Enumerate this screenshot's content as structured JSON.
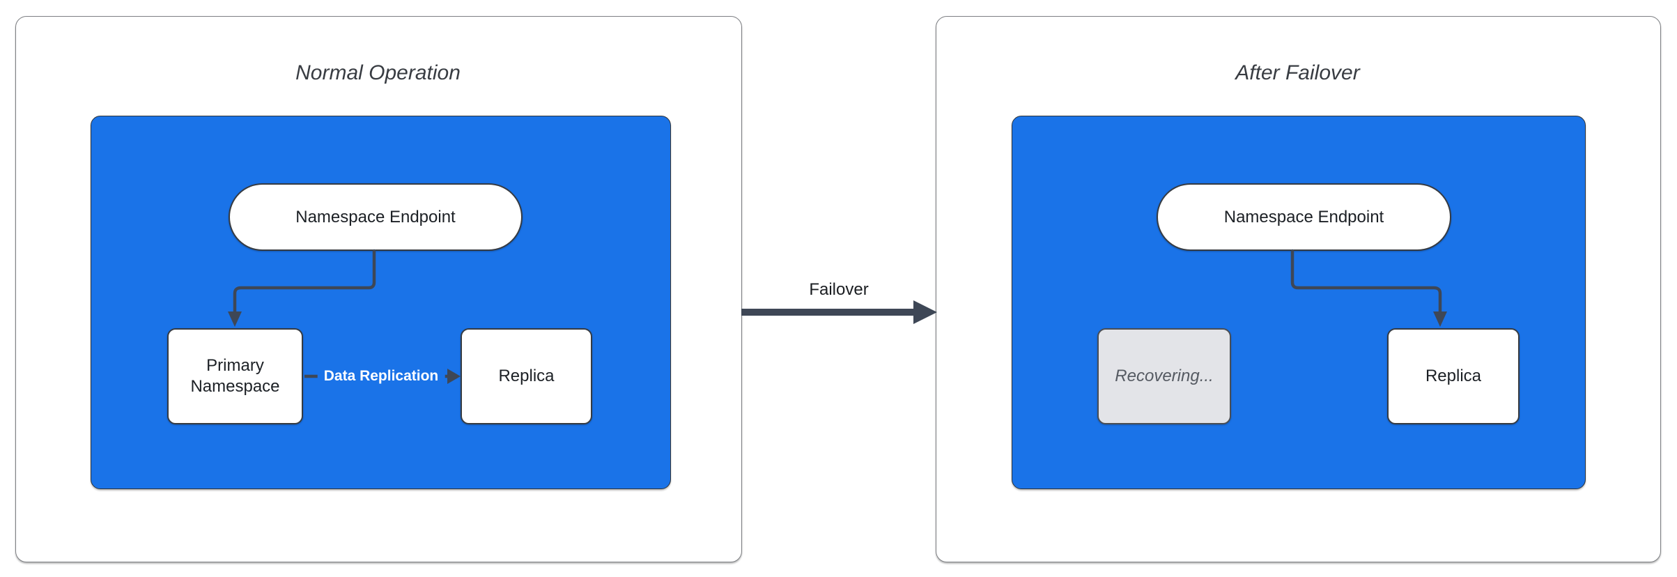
{
  "colors": {
    "cluster_blue": "#1A73E8",
    "connector": "#3E4756",
    "node_fill": "#FFFFFF",
    "node_border": "#363B42",
    "recovering_fill": "#E3E4E8",
    "recovering_text": "#555A62",
    "edge_label_text": "#FFFFFF"
  },
  "left_panel": {
    "title": "Normal Operation",
    "endpoint": "Namespace Endpoint",
    "primary": "Primary Namespace",
    "replication_label": "Data Replication",
    "replica": "Replica"
  },
  "failover": {
    "label": "Failover"
  },
  "right_panel": {
    "title": "After Failover",
    "endpoint": "Namespace Endpoint",
    "recovering": "Recovering...",
    "replica": "Replica"
  }
}
